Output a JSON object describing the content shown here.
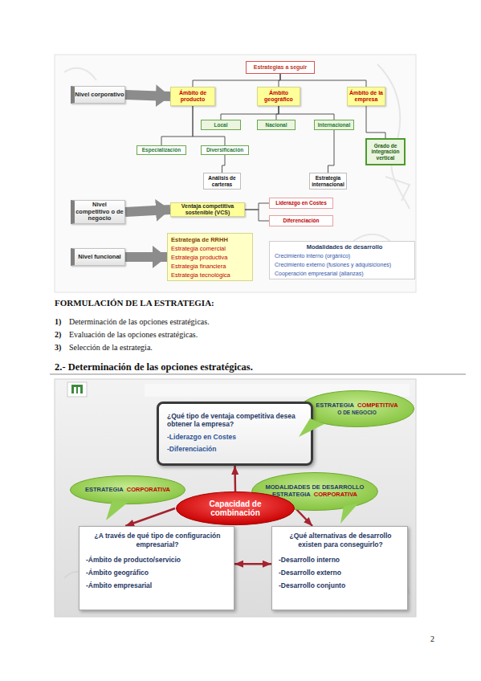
{
  "diagram": {
    "nodes": [
      {
        "text": [
          "Estrategias a seguir"
        ]
      },
      {
        "text": [
          "Nivel corporativo"
        ]
      },
      {
        "text": [
          "Ámbito de producto"
        ]
      },
      {
        "text": [
          "Ámbito geográfico"
        ]
      },
      {
        "text": [
          "Ámbito de la empresa"
        ]
      },
      {
        "text": [
          "Local"
        ]
      },
      {
        "text": [
          "Nacional"
        ]
      },
      {
        "text": [
          "Internacional"
        ]
      },
      {
        "text": [
          "Especialización"
        ]
      },
      {
        "text": [
          "Diversificación"
        ]
      },
      {
        "text": [
          "Grado de integración vertical"
        ]
      },
      {
        "text": [
          "Análisis de carteras"
        ]
      },
      {
        "text": [
          "Estrategia internacional"
        ]
      },
      {
        "text": [
          "Nivel competitivo o de negocio"
        ]
      },
      {
        "text": [
          "Ventaja competitiva sostenible (VCS)"
        ]
      },
      {
        "text": [
          "Liderazgo en Costes"
        ]
      },
      {
        "text": [
          "Diferenciación"
        ]
      },
      {
        "text": [
          "Nivel funcional"
        ]
      },
      {
        "text": [
          "Estrategia de RRHH",
          "Estrategia comercial",
          "Estrategia productiva",
          "Estrategia financiera",
          "Estrategia tecnológica"
        ]
      },
      {
        "text": [
          "Modalidades de desarrollo",
          "Crecimiento interno (orgánico)",
          "Crecimiento externo (fusiones y adquisiciones)",
          "Cooperación empresarial (alianzas)"
        ]
      },
      {
        "text": [
          "ESTRATEGIA",
          "COMPETITIVA",
          "O DE NEGOCIO"
        ]
      },
      {
        "text": [
          "¿Qué tipo de ventaja competitiva desea obtener la empresa?",
          "-Liderazgo en Costes",
          "-Diferenciación"
        ]
      },
      {
        "text": [
          "ESTRATEGIA",
          "CORPORATIVA"
        ]
      },
      {
        "text": [
          "MODALIDADES DE DESARROLLO",
          "ESTRATEGIA",
          "CORPORATIVA"
        ]
      },
      {
        "text": [
          "Capacidad de combinación"
        ]
      },
      {
        "text": [
          "¿A través de qué tipo de configuración empresarial?",
          "-Ámbito de producto/servicio",
          "-Ámbito geográfico",
          "-Ámbito empresarial"
        ]
      },
      {
        "text": [
          "¿Qué alternativas de desarrollo existen para conseguirlo?",
          "-Desarrollo interno",
          "-Desarrollo externo",
          "-Desarrollo conjunto"
        ]
      }
    ],
    "edges": [
      {
        "from": 0,
        "to": 2,
        "arrow": "none"
      },
      {
        "from": 0,
        "to": 3,
        "arrow": "none"
      },
      {
        "from": 0,
        "to": 4,
        "arrow": "none"
      },
      {
        "from": 1,
        "to": 2,
        "arrow": "to"
      },
      {
        "from": 3,
        "to": 5,
        "arrow": "none"
      },
      {
        "from": 3,
        "to": 6,
        "arrow": "none"
      },
      {
        "from": 3,
        "to": 7,
        "arrow": "none"
      },
      {
        "from": 2,
        "to": 8,
        "arrow": "none"
      },
      {
        "from": 2,
        "to": 9,
        "arrow": "none"
      },
      {
        "from": 4,
        "to": 10,
        "arrow": "none"
      },
      {
        "from": 9,
        "to": 11,
        "arrow": "none"
      },
      {
        "from": 7,
        "to": 12,
        "arrow": "none"
      },
      {
        "from": 13,
        "to": 14,
        "arrow": "to"
      },
      {
        "from": 14,
        "to": 15,
        "arrow": "none"
      },
      {
        "from": 14,
        "to": 16,
        "arrow": "none"
      },
      {
        "from": 17,
        "to": 18,
        "arrow": "to"
      },
      {
        "from": 24,
        "to": 21,
        "arrow": "to"
      },
      {
        "from": 24,
        "to": 25,
        "arrow": "to"
      },
      {
        "from": 24,
        "to": 26,
        "arrow": "to"
      },
      {
        "from": 25,
        "to": 26,
        "arrow": "both"
      }
    ],
    "labels": [
      "FORMULACIÓN DE LA ESTRATEGIA:",
      "1)",
      "Determinación de las opciones estratégicas.",
      "2)",
      "Evaluación de las opciones estratégicas.",
      "3)",
      "Selección de la estrategia.",
      "2.- Determinación de las opciones estratégicas.",
      "2"
    ]
  }
}
